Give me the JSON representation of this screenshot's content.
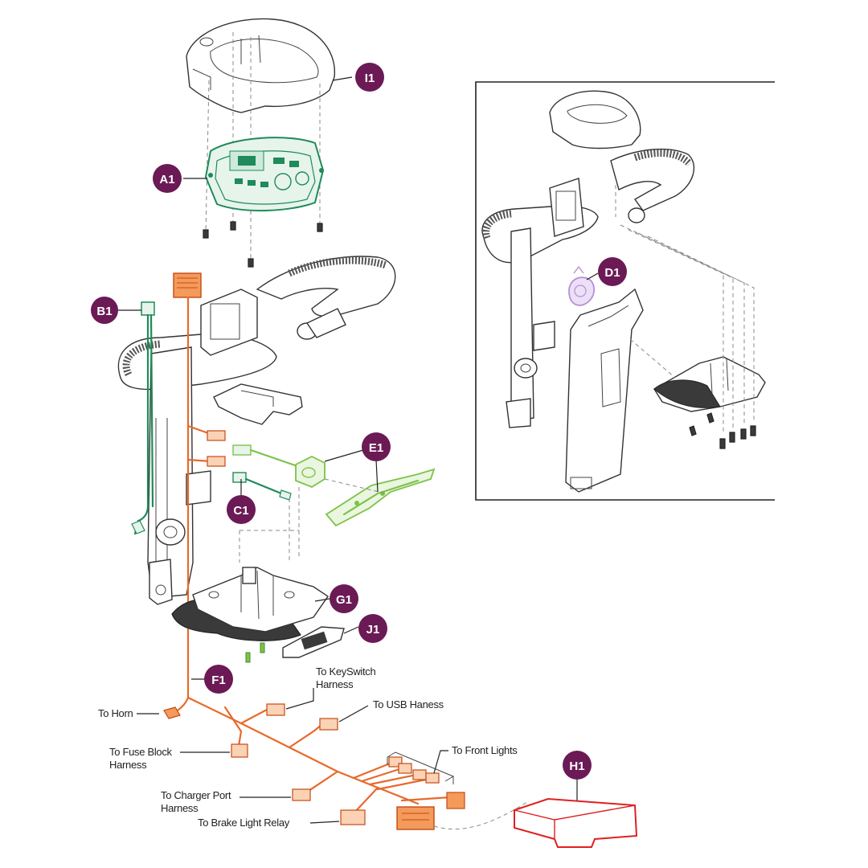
{
  "colors": {
    "callout": "#6b1a55",
    "controller_green": "#1f8a5a",
    "harness_orange": "#e8692a",
    "throttle_green": "#7cc34a",
    "horn_purple": "#b58fd6",
    "cover_red": "#e02020",
    "line_gray": "#888888"
  },
  "callouts": {
    "i1": "I1",
    "a1": "A1",
    "b1": "B1",
    "c1": "C1",
    "d1": "D1",
    "e1": "E1",
    "f1": "F1",
    "g1": "G1",
    "h1": "H1",
    "j1": "J1"
  },
  "labels": {
    "keyswitch": [
      "To KeySwitch",
      "Harness"
    ],
    "usb": "To USB Haness",
    "horn": "To Horn",
    "fuse_block": [
      "To Fuse Block",
      "Harness"
    ],
    "front_lights": "To Front Lights",
    "charger_port": [
      "To Charger Port",
      "Harness"
    ],
    "brake_light": "To Brake Light Relay"
  }
}
